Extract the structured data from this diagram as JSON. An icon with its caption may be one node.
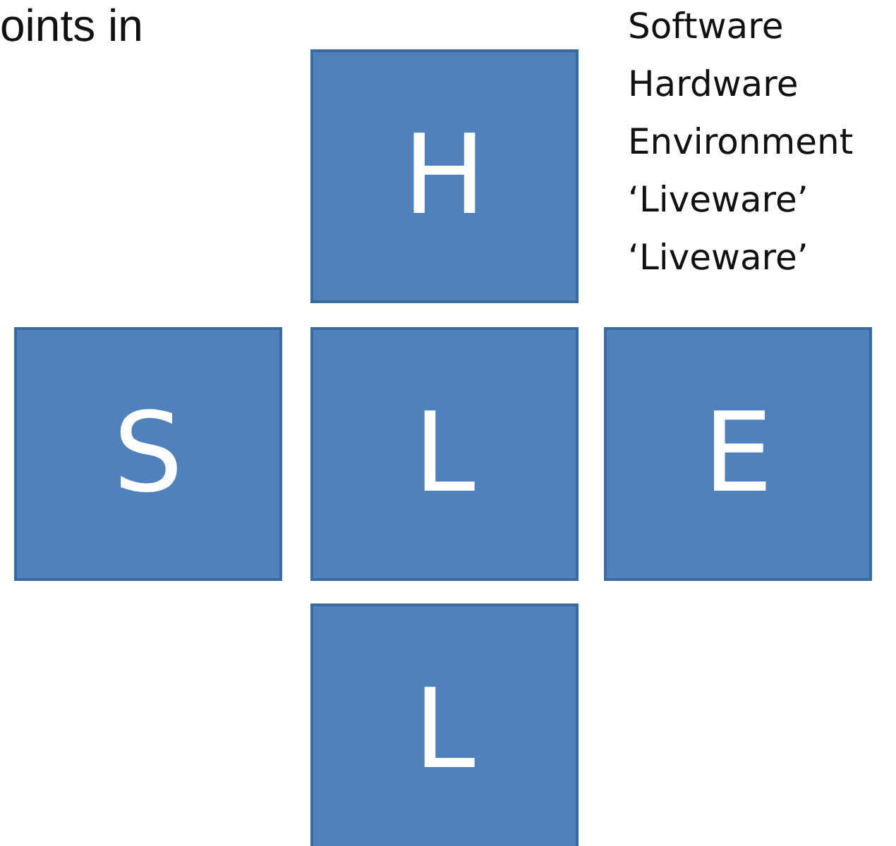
{
  "diagram": {
    "nodes": [
      {
        "text": [
          "H"
        ]
      },
      {
        "text": [
          "S"
        ]
      },
      {
        "text": [
          "L"
        ]
      },
      {
        "text": [
          "E"
        ]
      },
      {
        "text": [
          "L"
        ]
      }
    ],
    "labels": [
      "oints in",
      "Software",
      "Hardware",
      "Environment",
      "‘Liveware’",
      "‘Liveware’"
    ]
  }
}
